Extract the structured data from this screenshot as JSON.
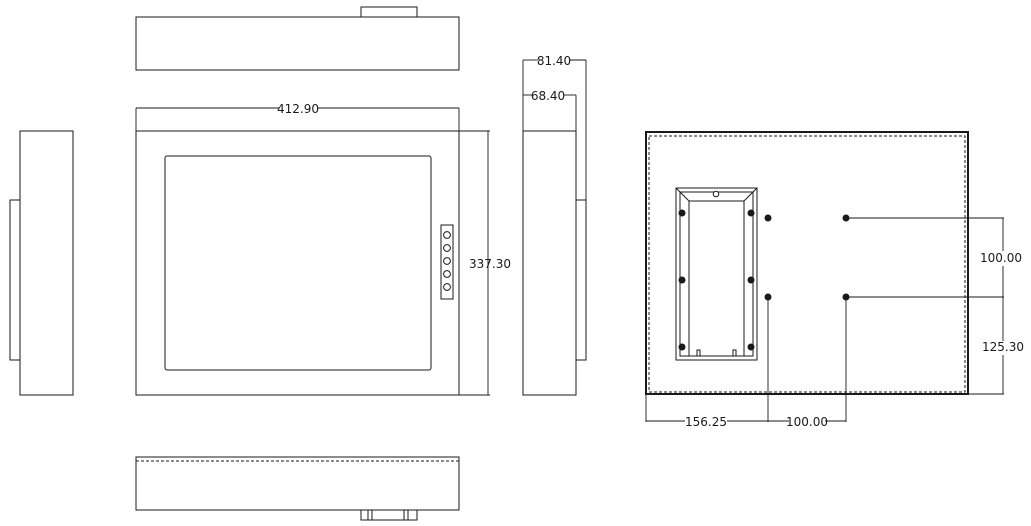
{
  "dimensions": {
    "width": "412.90",
    "height": "337.30",
    "depth_total": "81.40",
    "depth_body": "68.40",
    "hole_vertical_spacing": "100.00",
    "hole_to_bottom": "125.30",
    "hole_from_left": "156.25",
    "hole_horizontal_spacing": "100.00"
  },
  "colors": {
    "line": "#1a1a1a",
    "background": "#ffffff"
  }
}
